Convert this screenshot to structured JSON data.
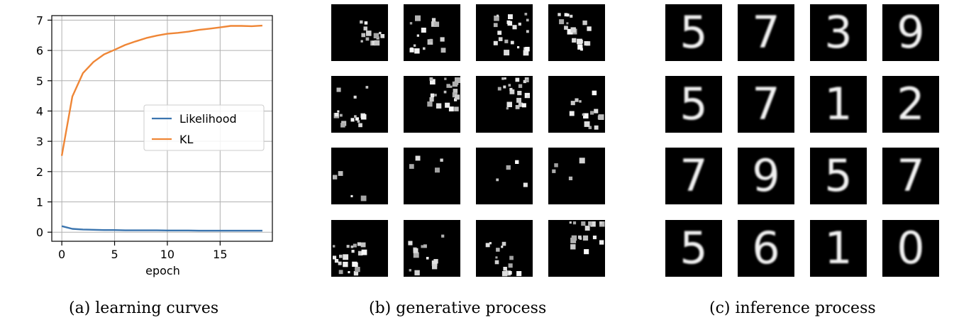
{
  "chart_data": {
    "type": "line",
    "xlabel": "epoch",
    "xlim": [
      -0.95,
      19.95
    ],
    "ylim": [
      -0.3,
      7.15
    ],
    "xticks": [
      0,
      5,
      10,
      15
    ],
    "yticks": [
      0,
      1,
      2,
      3,
      4,
      5,
      6,
      7
    ],
    "grid": true,
    "legend_position": "center-right",
    "x": [
      0,
      1,
      2,
      3,
      4,
      5,
      6,
      7,
      8,
      9,
      10,
      11,
      12,
      13,
      14,
      15,
      16,
      17,
      18,
      19
    ],
    "series": [
      {
        "name": "Likelihood",
        "color": "#3b75af",
        "values": [
          0.2,
          0.11,
          0.09,
          0.08,
          0.07,
          0.07,
          0.06,
          0.06,
          0.06,
          0.06,
          0.055,
          0.055,
          0.055,
          0.05,
          0.05,
          0.05,
          0.05,
          0.05,
          0.05,
          0.05
        ]
      },
      {
        "name": "KL",
        "color": "#ef8636",
        "values": [
          2.52,
          4.48,
          5.25,
          5.62,
          5.87,
          6.02,
          6.18,
          6.3,
          6.41,
          6.49,
          6.55,
          6.58,
          6.62,
          6.68,
          6.72,
          6.76,
          6.81,
          6.81,
          6.8,
          6.82
        ]
      }
    ]
  },
  "captions": {
    "a": "(a)  learning curves",
    "b": "(b)  generative process",
    "c": "(c)  inference process"
  },
  "inference_digits": [
    "5",
    "7",
    "3",
    "9",
    "5",
    "7",
    "1",
    "2",
    "7",
    "9",
    "5",
    "7",
    "5",
    "6",
    "1",
    "0"
  ]
}
